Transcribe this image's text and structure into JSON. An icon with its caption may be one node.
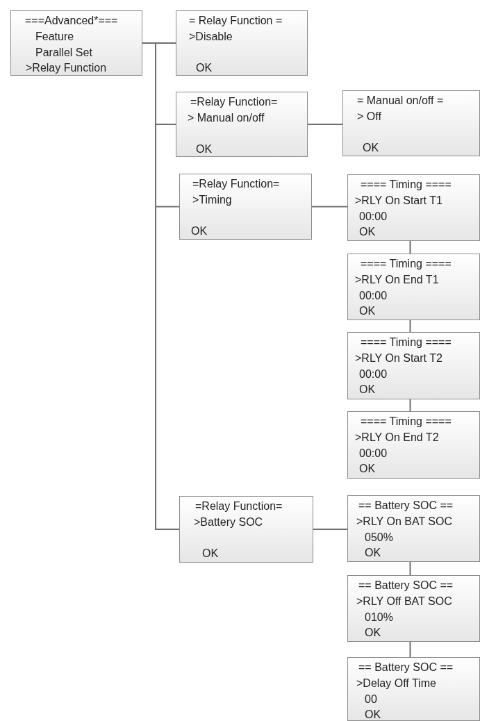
{
  "diagram": {
    "nodes": [
      {
        "text": [
          "===Advanced*===",
          "Feature",
          "Parallel Set",
          ">Relay Function"
        ]
      },
      {
        "text": [
          "= Relay Function =",
          ">Disable",
          "OK"
        ]
      },
      {
        "text": [
          "=Relay Function=",
          "> Manual on/off",
          "OK"
        ]
      },
      {
        "text": [
          "= Manual on/off =",
          "> Off",
          "OK"
        ]
      },
      {
        "text": [
          "=Relay Function=",
          ">Timing",
          "OK"
        ]
      },
      {
        "text": [
          "==== Timing ====",
          ">RLY On Start T1",
          "00:00",
          "OK"
        ]
      },
      {
        "text": [
          "==== Timing ====",
          ">RLY On End T1",
          "00:00",
          "OK"
        ]
      },
      {
        "text": [
          "==== Timing ====",
          ">RLY On Start T2",
          "00:00",
          "OK"
        ]
      },
      {
        "text": [
          "==== Timing ====",
          ">RLY On End T2",
          "00:00",
          "OK"
        ]
      },
      {
        "text": [
          "=Relay Function=",
          ">Battery SOC",
          "OK"
        ]
      },
      {
        "text": [
          "== Battery SOC ==",
          ">RLY On BAT SOC",
          "050%",
          "OK"
        ]
      },
      {
        "text": [
          "== Battery SOC ==",
          ">RLY Off BAT SOC",
          "010%",
          "OK"
        ]
      },
      {
        "text": [
          "== Battery SOC ==",
          ">Delay Off Time",
          "00",
          "OK"
        ]
      }
    ],
    "edges": [
      {
        "from": 0,
        "to": 1,
        "arrow": "none"
      },
      {
        "from": 0,
        "to": 2,
        "arrow": "none"
      },
      {
        "from": 0,
        "to": 4,
        "arrow": "none"
      },
      {
        "from": 0,
        "to": 9,
        "arrow": "none"
      },
      {
        "from": 2,
        "to": 3,
        "arrow": "none"
      },
      {
        "from": 4,
        "to": 5,
        "arrow": "none"
      },
      {
        "from": 5,
        "to": 6,
        "arrow": "none"
      },
      {
        "from": 6,
        "to": 7,
        "arrow": "none"
      },
      {
        "from": 7,
        "to": 8,
        "arrow": "none"
      },
      {
        "from": 9,
        "to": 10,
        "arrow": "none"
      },
      {
        "from": 10,
        "to": 11,
        "arrow": "none"
      },
      {
        "from": 11,
        "to": 12,
        "arrow": "none"
      }
    ]
  }
}
